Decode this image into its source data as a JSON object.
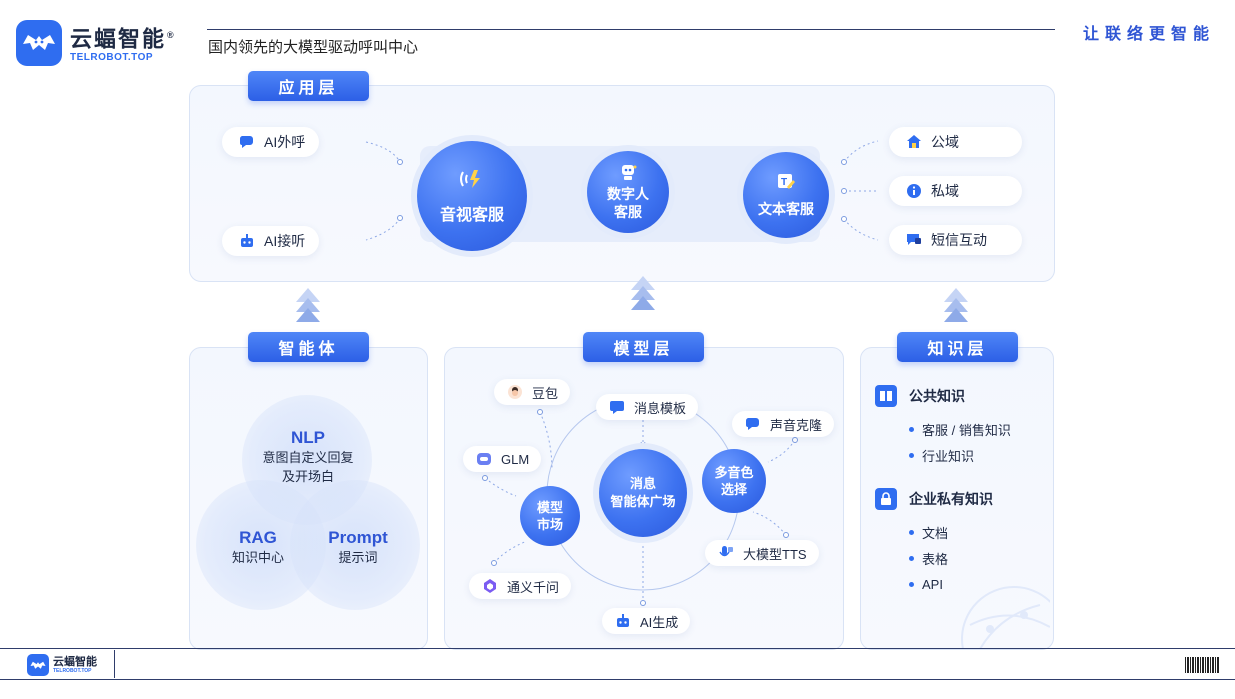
{
  "header": {
    "brand_cn": "云蝠智能",
    "brand_en": "TELROBOT.TOP",
    "subtitle": "国内领先的大模型驱动呼叫中心",
    "slogan": "让联络更智能"
  },
  "app_layer": {
    "title": "应用层",
    "left_items": [
      {
        "label": "AI外呼",
        "icon": "speech-icon"
      },
      {
        "label": "AI接听",
        "icon": "robot-icon"
      }
    ],
    "center": [
      {
        "label": "音视客服",
        "icon": "voice-wave-icon"
      },
      {
        "label_line1": "数字人",
        "label_line2": "客服",
        "icon": "digital-human-icon"
      },
      {
        "label": "文本客服",
        "icon": "text-edit-icon"
      }
    ],
    "right_items": [
      {
        "label": "公域",
        "icon": "house-icon"
      },
      {
        "label": "私域",
        "icon": "info-icon"
      },
      {
        "label": "短信互动",
        "icon": "chat-icon"
      }
    ]
  },
  "agent_layer": {
    "title": "智能体",
    "nlp": {
      "head": "NLP",
      "line1": "意图自定义回复",
      "line2": "及开场白"
    },
    "rag": {
      "head": "RAG",
      "line1": "知识中心"
    },
    "prompt": {
      "head": "Prompt",
      "line1": "提示词"
    }
  },
  "model_layer": {
    "title": "模型层",
    "center": {
      "line1": "消息",
      "line2": "智能体广场"
    },
    "market": {
      "line1": "模型",
      "line2": "市场"
    },
    "voice": {
      "line1": "多音色",
      "line2": "选择"
    },
    "items": [
      {
        "label": "豆包",
        "icon": "doubao-icon"
      },
      {
        "label": "GLM",
        "icon": "glm-icon"
      },
      {
        "label": "通义千问",
        "icon": "tongyi-icon"
      },
      {
        "label": "消息模板",
        "icon": "message-template-icon"
      },
      {
        "label": "声音克隆",
        "icon": "speech-icon"
      },
      {
        "label": "大模型TTS",
        "icon": "mic-icon"
      },
      {
        "label": "AI生成",
        "icon": "robot-icon"
      }
    ]
  },
  "knowledge_layer": {
    "title": "知识层",
    "public": {
      "title": "公共知识",
      "items": [
        "客服 / 销售知识",
        "行业知识"
      ]
    },
    "enterprise": {
      "title": "企业私有知识",
      "items": [
        "文档",
        "表格",
        "API"
      ]
    }
  },
  "footer": {
    "brand_cn": "云蝠智能",
    "brand_en": "TELROBOT.TOP"
  },
  "colors": {
    "accent": "#2f6df0",
    "title_bar": "#2c5fe6",
    "panel_bg": "#f3f7fe"
  }
}
